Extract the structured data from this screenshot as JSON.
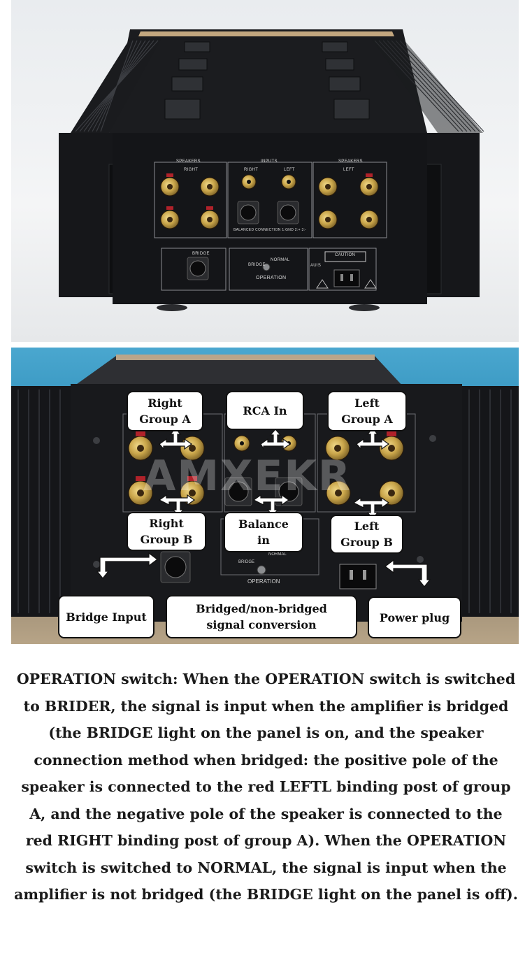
{
  "top_panel": {
    "speakers_right": "SPEAKERS",
    "inputs": "INPUTS",
    "speakers_left": "SPEAKERS",
    "right": "RIGHT",
    "left": "LEFT",
    "balanced_connection": "BALANCED CONNECTION 1:GND 2:+ 3:-",
    "bridge": "BRIDGE",
    "normal": "NORMAL",
    "operation": "OPERATION",
    "caution": "CAUTION",
    "brand": "AUIS"
  },
  "callouts": {
    "right_group_a": "Right\nGroup A",
    "rca_in": "RCA In",
    "left_group_a": "Left\nGroup A",
    "right_group_b": "Right\nGroup B",
    "balance_in": "Balance\nin",
    "left_group_b": "Left\nGroup B",
    "bridge_input": "Bridge Input",
    "bridged_conversion": "Bridged/non-bridged\nsignal conversion",
    "power_plug": "Power plug"
  },
  "watermark": "AMXEKR",
  "description": "OPERATION switch: When the OPERATION switch is switched to BRIDER, the signal is input when the amplifier is bridged (the BRIDGE light on the panel is on, and the speaker connection method when bridged: the positive pole of the speaker is connected to the red LEFTL binding post of group A, and the negative pole of the speaker is connected to the red RIGHT binding post of group A). When the OPERATION switch is switched to NORMAL, the signal is input when the amplifier is not bridged (the BRIDGE light on the panel is off).",
  "colors": {
    "chassis": "#121316",
    "gold": "#c9a54a",
    "red_post": "#b0222a"
  }
}
